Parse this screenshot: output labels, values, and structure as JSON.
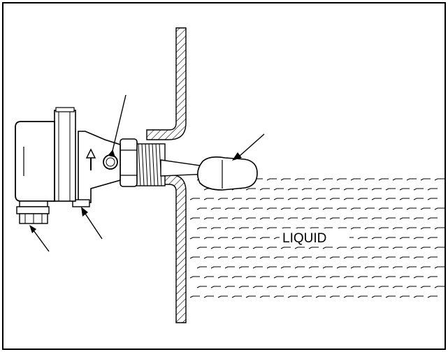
{
  "figure": {
    "liquid_label": "LIQUID"
  },
  "colors": {
    "ink": "#000000",
    "paper": "#ffffff"
  },
  "components": [
    "enclosure",
    "mounting-flange",
    "switch-body",
    "flow-direction-arrow",
    "adjustment-screw",
    "threaded-fitting",
    "float-arm",
    "float",
    "tank-wall",
    "conduit-connector",
    "drain-plug"
  ],
  "leader_lines": [
    "adjustment-screw-leader",
    "float-leader",
    "drain-plug-leader",
    "conduit-connector-leader"
  ]
}
